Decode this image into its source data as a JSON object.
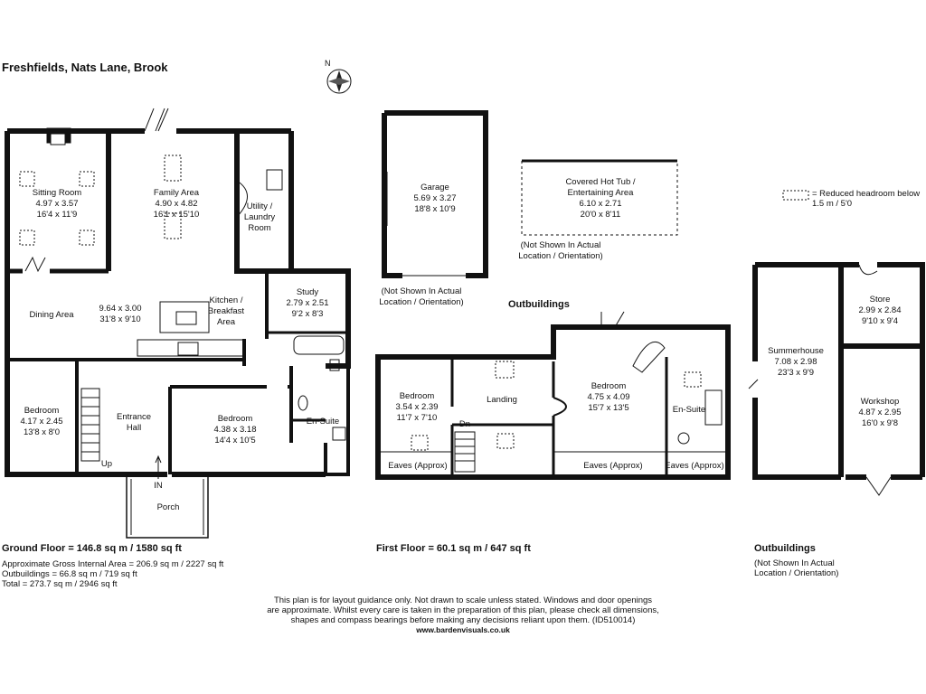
{
  "title": "Freshfields, Nats Lane, Brook",
  "compass": {
    "label": "N"
  },
  "legend": {
    "text": "= Reduced headroom below 1.5 m / 5'0"
  },
  "ground_floor": {
    "rooms": [
      {
        "name": "Sitting Room",
        "metric": "4.97 x 3.57",
        "imperial": "16'4 x 11'9"
      },
      {
        "name": "Family Area",
        "metric": "4.90 x 4.82",
        "imperial": "16'1 x 15'10"
      },
      {
        "name": "Utility /",
        "metric": "Laundry",
        "imperial": "Room"
      },
      {
        "name": "Dining Area",
        "metric": "9.64 x 3.00",
        "imperial": "31'8 x 9'10"
      },
      {
        "name": "Kitchen /",
        "metric": "Breakfast",
        "imperial": "Area"
      },
      {
        "name": "Study",
        "metric": "2.79 x 2.51",
        "imperial": "9'2 x 8'3"
      },
      {
        "name": "Bedroom",
        "metric": "4.17 x 2.45",
        "imperial": "13'8 x 8'0"
      },
      {
        "name": "Entrance",
        "metric": "Hall",
        "imperial": ""
      },
      {
        "name": "Bedroom",
        "metric": "4.38 x 3.18",
        "imperial": "14'4 x 10'5"
      },
      {
        "name": "En-Suite",
        "metric": "",
        "imperial": ""
      },
      {
        "name": "Porch",
        "metric": "",
        "imperial": ""
      }
    ],
    "labels": {
      "up": "Up",
      "in": "IN"
    },
    "summary": "Ground Floor = 146.8 sq m / 1580 sq ft"
  },
  "garage": {
    "name": "Garage",
    "metric": "5.69 x 3.27",
    "imperial": "18'8 x 10'9",
    "note_1": "(Not Shown In Actual",
    "note_2": "Location / Orientation)"
  },
  "hot_tub": {
    "name_1": "Covered Hot Tub /",
    "name_2": "Entertaining Area",
    "metric": "6.10 x 2.71",
    "imperial": "20'0 x 8'11",
    "note_1": "(Not Shown In Actual",
    "note_2": "Location / Orientation)"
  },
  "outbuildings_label": "Outbuildings",
  "first_floor": {
    "rooms": [
      {
        "name": "Bedroom",
        "metric": "3.54 x 2.39",
        "imperial": "11'7 x 7'10"
      },
      {
        "name": "Landing",
        "metric": "",
        "imperial": ""
      },
      {
        "name": "Bedroom",
        "metric": "4.75 x 4.09",
        "imperial": "15'7 x 13'5"
      },
      {
        "name": "En-Suite",
        "metric": "",
        "imperial": ""
      }
    ],
    "eaves": [
      "Eaves (Approx)",
      "Eaves (Approx)",
      "Eaves (Approx)"
    ],
    "labels": {
      "dn": "Dn"
    },
    "summary": "First Floor = 60.1 sq m / 647 sq ft"
  },
  "outbuildings": {
    "rooms": [
      {
        "name": "Summerhouse",
        "metric": "7.08 x 2.98",
        "imperial": "23'3 x 9'9"
      },
      {
        "name": "Store",
        "metric": "2.99 x 2.84",
        "imperial": "9'10 x 9'4"
      },
      {
        "name": "Workshop",
        "metric": "4.87 x 2.95",
        "imperial": "16'0 x 9'8"
      }
    ],
    "heading": "Outbuildings",
    "note_1": "(Not Shown In Actual",
    "note_2": "Location / Orientation)"
  },
  "areas": {
    "gross": "Approximate Gross Internal Area = 206.9 sq m / 2227 sq ft",
    "outbuildings": "Outbuildings = 66.8 sq m / 719 sq ft",
    "total": "Total = 273.7 sq m / 2946 sq ft"
  },
  "disclaimer": {
    "line_1": "This plan is for layout guidance only. Not drawn to scale unless stated. Windows and door openings",
    "line_2": "are approximate. Whilst every care is taken in the preparation of this plan, please check all dimensions,",
    "line_3": "shapes and compass bearings before making any decisions reliant upon them. (ID510014)",
    "website": "www.bardenvisuals.co.uk"
  }
}
